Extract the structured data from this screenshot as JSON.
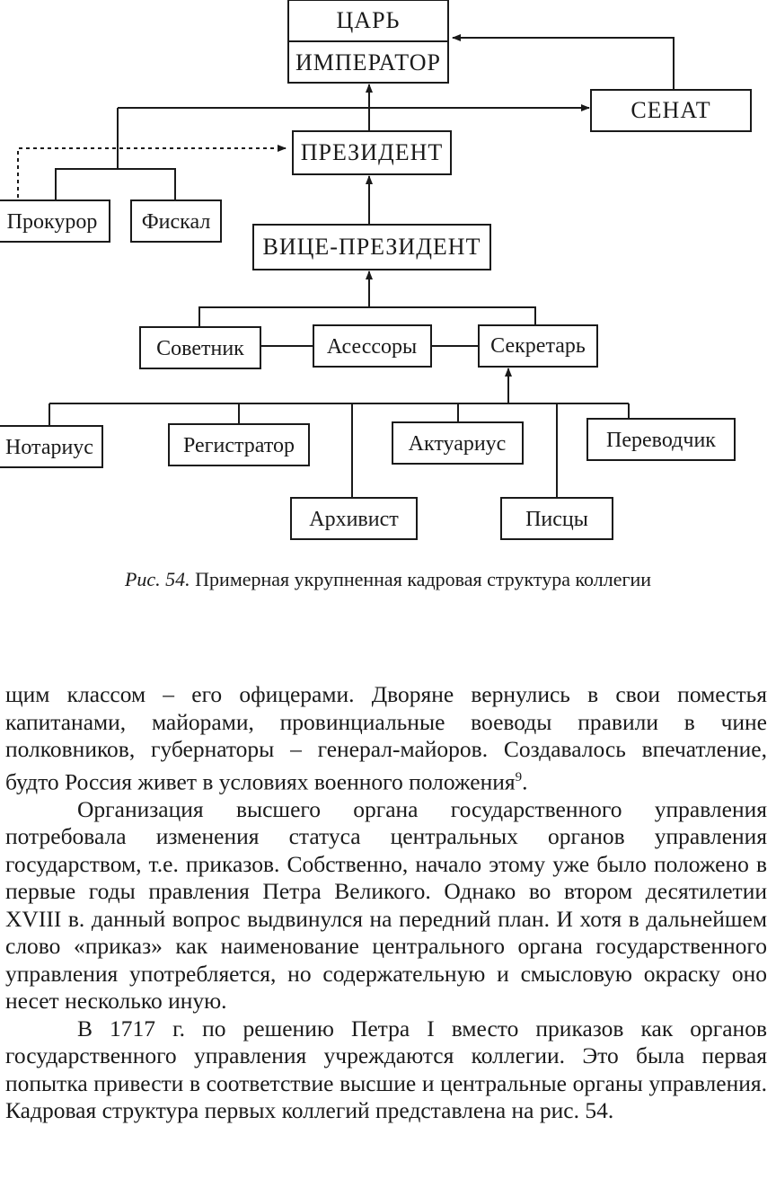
{
  "diagram": {
    "nodes": {
      "tsar": "ЦАРЬ",
      "emperor": "ИМПЕРАТОР",
      "senate": "СЕНАТ",
      "president": "ПРЕЗИДЕНТ",
      "prosecutor": "Прокурор",
      "fiscal": "Фискал",
      "vice_president": "ВИЦЕ-ПРЕЗИДЕНТ",
      "counselor": "Советник",
      "assessors": "Асессоры",
      "secretary": "Секретарь",
      "notary": "Нотариус",
      "registrar": "Регистратор",
      "actuary": "Актуариус",
      "translator": "Переводчик",
      "archivist": "Архивист",
      "scribes": "Писцы"
    }
  },
  "caption": {
    "figure_label": "Рис. 54.",
    "text": " Примерная укрупненная кадровая структура коллегии"
  },
  "paragraphs": [
    {
      "text": "щим классом – его офицерами. Дворяне вернулись в свои поместья капитанами, майорами, провинциальные воеводы правили в чине полковников, губернаторы – генерал-майоров. Создавалось впечатление, будто Россия живет в условиях военного положения",
      "note": "9"
    },
    {
      "text": "Организация высшего органа государственного управления потребовала изменения статуса центральных органов управления государством, т.е. приказов. Собственно, начало этому уже было положено в первые годы правления Петра Великого. Однако во втором десятилетии XVIII в. данный вопрос выдвинулся на передний план. И хотя в дальнейшем слово «приказ» как наименование центрального органа государственного управления употребляется, но содержательную и смысловую окраску оно несет несколько иную."
    },
    {
      "text": "В 1717 г. по решению Петра I вместо приказов как органов государственного управления учреждаются коллегии. Это была первая попытка привести в соответствие высшие и центральные органы управления. Кадровая структура первых коллегий представлена на рис. 54."
    }
  ]
}
